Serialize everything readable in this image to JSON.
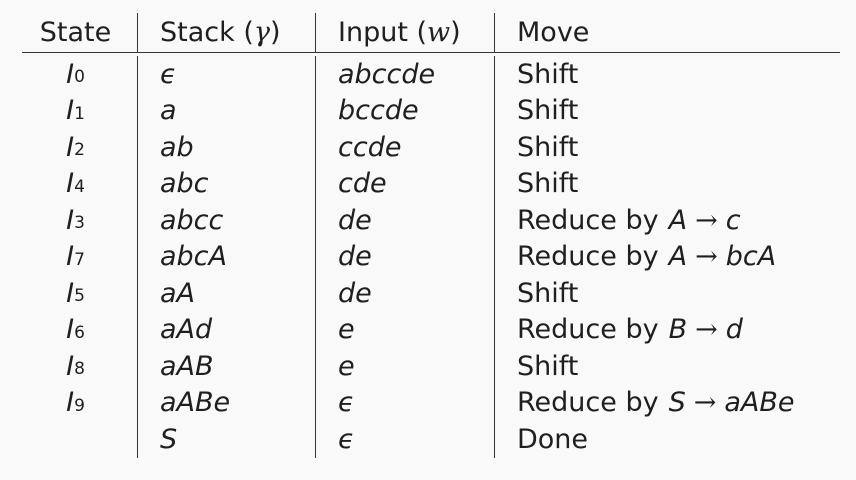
{
  "table": {
    "headers": {
      "state": "State",
      "stack_label": "Stack",
      "stack_symbol": "γ",
      "input_label": "Input",
      "input_symbol": "w",
      "move": "Move"
    },
    "rows": [
      {
        "state_letter": "I",
        "state_sub": "0",
        "stack": "ϵ",
        "input": "abccde",
        "move_text": "Shift",
        "rule_lhs": "",
        "rule_arrow": "",
        "rule_rhs": ""
      },
      {
        "state_letter": "I",
        "state_sub": "1",
        "stack": "a",
        "input": "bccde",
        "move_text": "Shift",
        "rule_lhs": "",
        "rule_arrow": "",
        "rule_rhs": ""
      },
      {
        "state_letter": "I",
        "state_sub": "2",
        "stack": "ab",
        "input": "ccde",
        "move_text": "Shift",
        "rule_lhs": "",
        "rule_arrow": "",
        "rule_rhs": ""
      },
      {
        "state_letter": "I",
        "state_sub": "4",
        "stack": "abc",
        "input": "cde",
        "move_text": "Shift",
        "rule_lhs": "",
        "rule_arrow": "",
        "rule_rhs": ""
      },
      {
        "state_letter": "I",
        "state_sub": "3",
        "stack": "abcc",
        "input": "de",
        "move_text": "Reduce by",
        "rule_lhs": "A",
        "rule_arrow": "→",
        "rule_rhs": "c"
      },
      {
        "state_letter": "I",
        "state_sub": "7",
        "stack": "abcA",
        "input": "de",
        "move_text": "Reduce by",
        "rule_lhs": "A",
        "rule_arrow": "→",
        "rule_rhs": "bcA"
      },
      {
        "state_letter": "I",
        "state_sub": "5",
        "stack": "aA",
        "input": "de",
        "move_text": "Shift",
        "rule_lhs": "",
        "rule_arrow": "",
        "rule_rhs": ""
      },
      {
        "state_letter": "I",
        "state_sub": "6",
        "stack": "aAd",
        "input": "e",
        "move_text": "Reduce by",
        "rule_lhs": "B",
        "rule_arrow": "→",
        "rule_rhs": "d"
      },
      {
        "state_letter": "I",
        "state_sub": "8",
        "stack": "aAB",
        "input": "e",
        "move_text": "Shift",
        "rule_lhs": "",
        "rule_arrow": "",
        "rule_rhs": ""
      },
      {
        "state_letter": "I",
        "state_sub": "9",
        "stack": "aABe",
        "input": "ϵ",
        "move_text": "Reduce by",
        "rule_lhs": "S",
        "rule_arrow": "→",
        "rule_rhs": "aABe"
      },
      {
        "state_letter": "",
        "state_sub": "",
        "stack": "S",
        "input": "ϵ",
        "move_text": "Done",
        "rule_lhs": "",
        "rule_arrow": "",
        "rule_rhs": ""
      }
    ]
  }
}
